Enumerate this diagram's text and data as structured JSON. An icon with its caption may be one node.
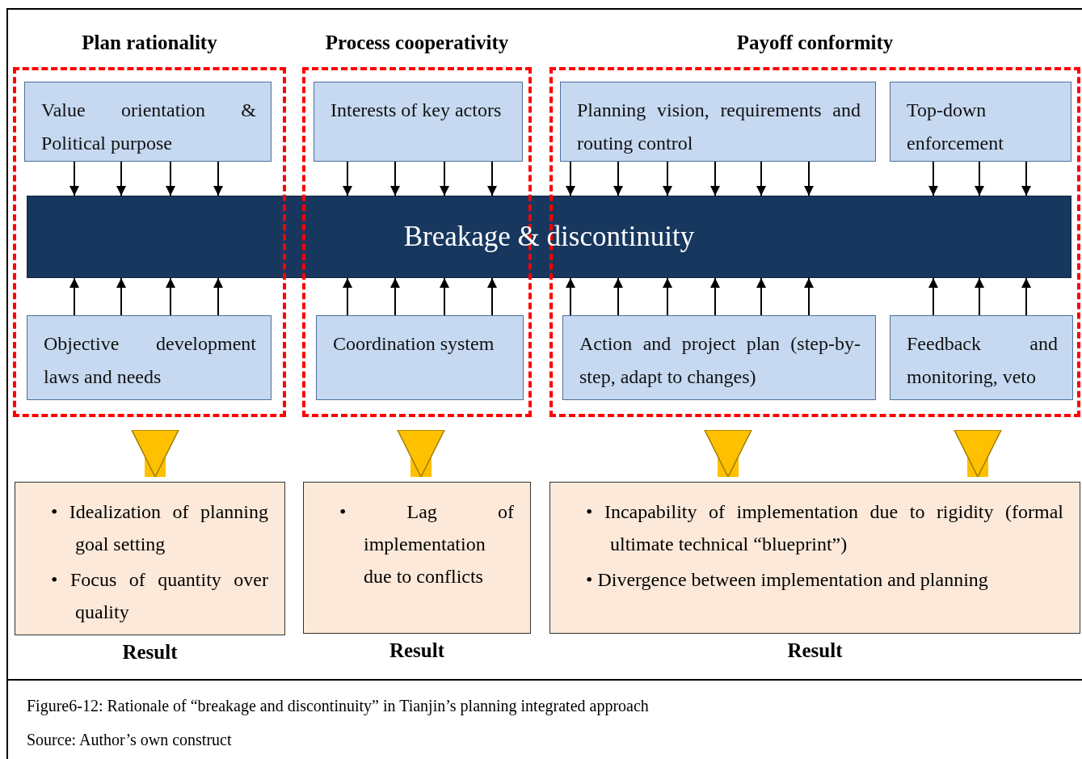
{
  "diagram": {
    "caption": "Figure6-12: Rationale of “breakage and discontinuity” in Tianjin’s planning integrated approach",
    "nodes": [
      {
        "text": [
          "Plan rationality"
        ]
      },
      {
        "text": [
          "Value orientation & Political purpose"
        ],
        "in": 0
      },
      {
        "text": [
          "Objective development laws and needs"
        ],
        "in": 0
      },
      {
        "text": [
          "Process cooperativity"
        ]
      },
      {
        "text": [
          "Interests of key actors"
        ],
        "in": 3
      },
      {
        "text": [
          "Coordination system"
        ],
        "in": 3
      },
      {
        "text": [
          "Payoff conformity"
        ]
      },
      {
        "text": [
          "Planning vision, requirements and routing control"
        ],
        "in": 6
      },
      {
        "text": [
          "Top-down enforcement"
        ],
        "in": 6
      },
      {
        "text": [
          "Action and project plan (step-by-step, adapt to changes)"
        ],
        "in": 6
      },
      {
        "text": [
          "Feedback and monitoring, veto"
        ],
        "in": 6
      },
      {
        "text": [
          "Breakage & discontinuity"
        ]
      },
      {
        "text": [
          "• Idealization of planning goal setting",
          "• Focus of quantity over quality"
        ],
        "beside": [
          "Result"
        ]
      },
      {
        "text": [
          "• Lag of implementation due to conflicts"
        ],
        "beside": [
          "Result"
        ]
      },
      {
        "text": [
          "• Incapability of implementation due to rigidity (formal ultimate technical “blueprint”)",
          "• Divergence between implementation and planning"
        ],
        "beside": [
          "Result"
        ]
      }
    ],
    "edges": [
      {
        "from": 1,
        "to": 11,
        "arrow": "to"
      },
      {
        "from": 1,
        "to": 11,
        "arrow": "to"
      },
      {
        "from": 1,
        "to": 11,
        "arrow": "to"
      },
      {
        "from": 1,
        "to": 11,
        "arrow": "to"
      },
      {
        "from": 2,
        "to": 11,
        "arrow": "to"
      },
      {
        "from": 2,
        "to": 11,
        "arrow": "to"
      },
      {
        "from": 2,
        "to": 11,
        "arrow": "to"
      },
      {
        "from": 2,
        "to": 11,
        "arrow": "to"
      },
      {
        "from": 4,
        "to": 11,
        "arrow": "to"
      },
      {
        "from": 4,
        "to": 11,
        "arrow": "to"
      },
      {
        "from": 4,
        "to": 11,
        "arrow": "to"
      },
      {
        "from": 4,
        "to": 11,
        "arrow": "to"
      },
      {
        "from": 5,
        "to": 11,
        "arrow": "to"
      },
      {
        "from": 5,
        "to": 11,
        "arrow": "to"
      },
      {
        "from": 5,
        "to": 11,
        "arrow": "to"
      },
      {
        "from": 5,
        "to": 11,
        "arrow": "to"
      },
      {
        "from": 7,
        "to": 11,
        "arrow": "to"
      },
      {
        "from": 7,
        "to": 11,
        "arrow": "to"
      },
      {
        "from": 7,
        "to": 11,
        "arrow": "to"
      },
      {
        "from": 7,
        "to": 11,
        "arrow": "to"
      },
      {
        "from": 7,
        "to": 11,
        "arrow": "to"
      },
      {
        "from": 7,
        "to": 11,
        "arrow": "to"
      },
      {
        "from": 8,
        "to": 11,
        "arrow": "to"
      },
      {
        "from": 8,
        "to": 11,
        "arrow": "to"
      },
      {
        "from": 8,
        "to": 11,
        "arrow": "to"
      },
      {
        "from": 9,
        "to": 11,
        "arrow": "to"
      },
      {
        "from": 9,
        "to": 11,
        "arrow": "to"
      },
      {
        "from": 9,
        "to": 11,
        "arrow": "to"
      },
      {
        "from": 9,
        "to": 11,
        "arrow": "to"
      },
      {
        "from": 9,
        "to": 11,
        "arrow": "to"
      },
      {
        "from": 9,
        "to": 11,
        "arrow": "to"
      },
      {
        "from": 10,
        "to": 11,
        "arrow": "to"
      },
      {
        "from": 10,
        "to": 11,
        "arrow": "to"
      },
      {
        "from": 10,
        "to": 11,
        "arrow": "to"
      },
      {
        "from": 0,
        "to": 12,
        "arrow": "to",
        "style": "thick",
        "color": "#ffc000"
      },
      {
        "from": 3,
        "to": 13,
        "arrow": "to",
        "style": "thick",
        "color": "#ffc000"
      },
      {
        "from": 6,
        "to": 14,
        "arrow": "to",
        "style": "thick",
        "color": "#ffc000"
      },
      {
        "from": 6,
        "to": 14,
        "arrow": "to",
        "style": "thick",
        "color": "#ffc000"
      }
    ],
    "labels": [
      "Source: Author’s own construct"
    ]
  }
}
